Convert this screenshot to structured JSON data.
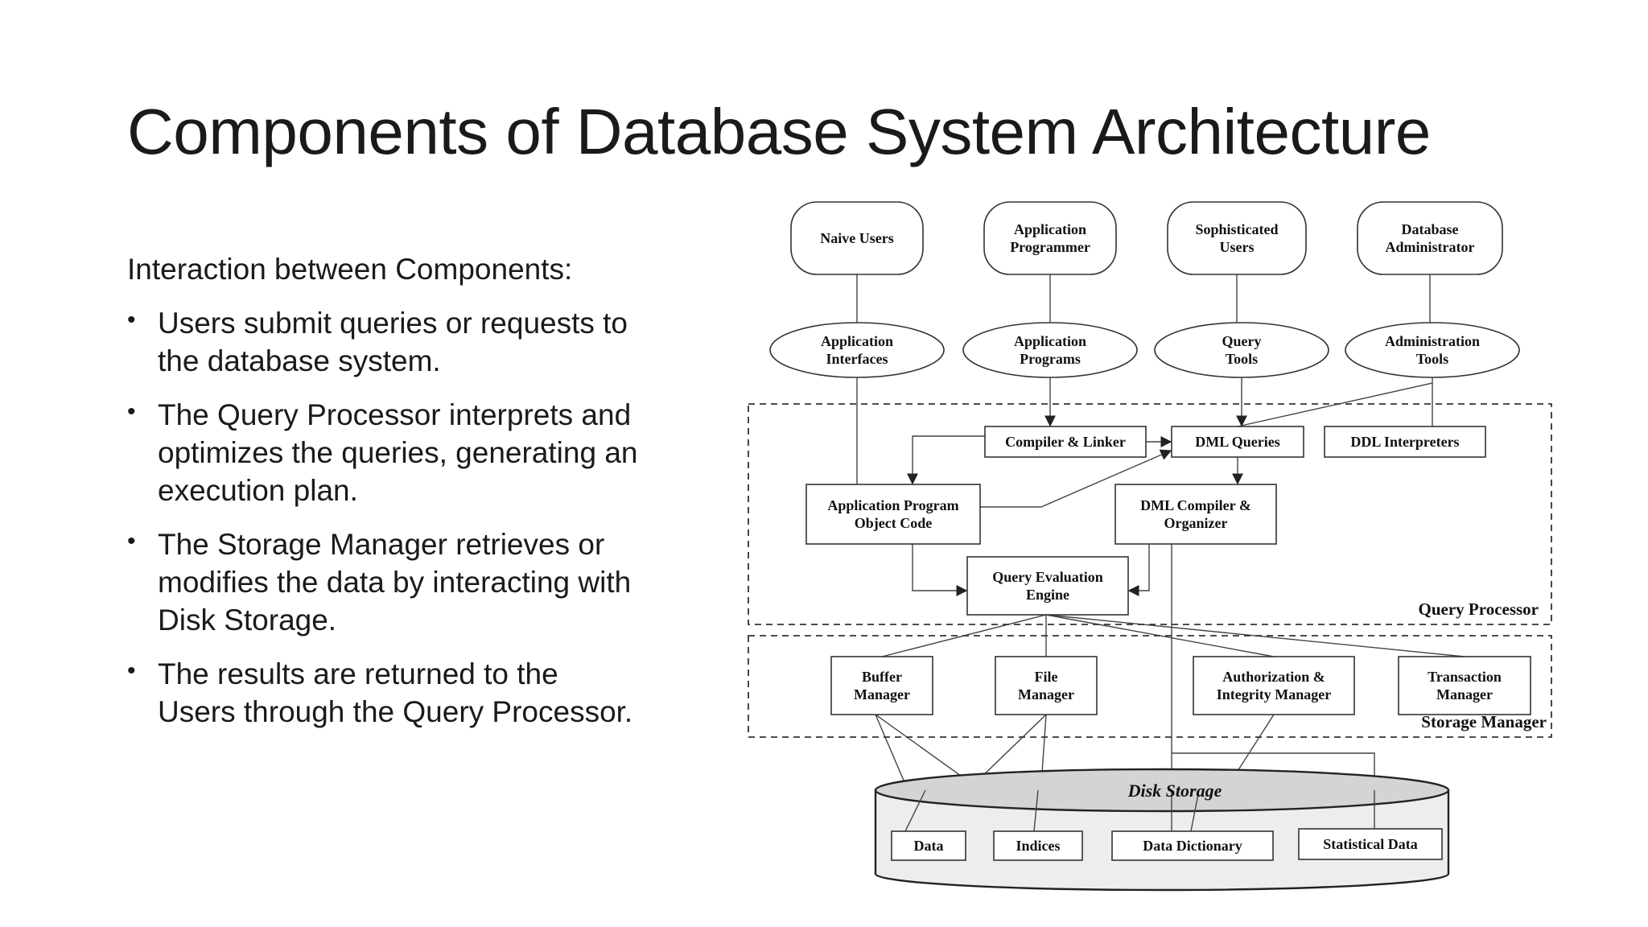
{
  "slide": {
    "title": "Components of Database System Architecture",
    "intro": "Interaction between Components:",
    "bullets": [
      "Users submit queries or requests to the database system.",
      "The Query Processor interprets and optimizes the queries, generating an execution plan.",
      "The Storage Manager retrieves or modifies the data by interacting with Disk Storage.",
      "The results are returned to the Users through the Query Processor."
    ]
  },
  "diagram": {
    "users": [
      {
        "id": "naive-users",
        "lines": [
          "Naive Users"
        ]
      },
      {
        "id": "application-programmer",
        "lines": [
          "Application",
          "Programmer"
        ]
      },
      {
        "id": "sophisticated-users",
        "lines": [
          "Sophisticated",
          "Users"
        ]
      },
      {
        "id": "database-administrator",
        "lines": [
          "Database",
          "Administrator"
        ]
      }
    ],
    "tools": [
      {
        "id": "application-interfaces",
        "lines": [
          "Application",
          "Interfaces"
        ]
      },
      {
        "id": "application-programs",
        "lines": [
          "Application",
          "Programs"
        ]
      },
      {
        "id": "query-tools",
        "lines": [
          "Query",
          "Tools"
        ]
      },
      {
        "id": "administration-tools",
        "lines": [
          "Administration",
          "Tools"
        ]
      }
    ],
    "query_processor": {
      "label": "Query Processor",
      "components": [
        {
          "id": "compiler-linker",
          "lines": [
            "Compiler & Linker"
          ]
        },
        {
          "id": "dml-queries",
          "lines": [
            "DML Queries"
          ]
        },
        {
          "id": "ddl-interpreters",
          "lines": [
            "DDL Interpreters"
          ]
        },
        {
          "id": "application-program-object-code",
          "lines": [
            "Application Program",
            "Object Code"
          ]
        },
        {
          "id": "dml-compiler-organizer",
          "lines": [
            "DML Compiler &",
            "Organizer"
          ]
        },
        {
          "id": "query-evaluation-engine",
          "lines": [
            "Query Evaluation",
            "Engine"
          ]
        }
      ]
    },
    "storage_manager": {
      "label": "Storage Manager",
      "components": [
        {
          "id": "buffer-manager",
          "lines": [
            "Buffer",
            "Manager"
          ]
        },
        {
          "id": "file-manager",
          "lines": [
            "File",
            "Manager"
          ]
        },
        {
          "id": "authorization-integrity-manager",
          "lines": [
            "Authorization &",
            "Integrity Manager"
          ]
        },
        {
          "id": "transaction-manager",
          "lines": [
            "Transaction",
            "Manager"
          ]
        }
      ]
    },
    "disk_storage": {
      "label": "Disk Storage",
      "items": [
        {
          "id": "data",
          "lines": [
            "Data"
          ]
        },
        {
          "id": "indices",
          "lines": [
            "Indices"
          ]
        },
        {
          "id": "data-dictionary",
          "lines": [
            "Data Dictionary"
          ]
        },
        {
          "id": "statistical-data",
          "lines": [
            "Statistical Data"
          ]
        }
      ]
    }
  }
}
